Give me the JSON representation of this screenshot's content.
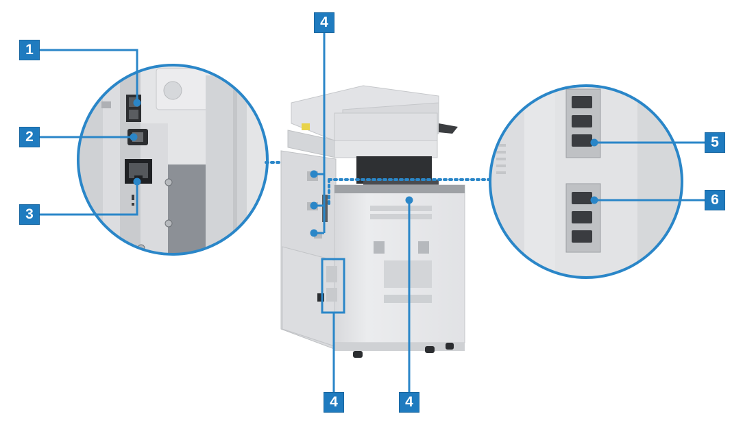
{
  "callouts": {
    "c1": "1",
    "c2": "2",
    "c3": "3",
    "c4_top": "4",
    "c4_bottom_left": "4",
    "c4_bottom_right": "4",
    "c5": "5",
    "c6": "6"
  },
  "colors": {
    "accent": "#1f7bbf",
    "line": "#2a86c8",
    "machine": "#e6e7e9",
    "panel": "#d9dbde"
  },
  "icons": {
    "usb_port": "usb-port-icon",
    "usb_b_port": "usb-b-port-icon",
    "lan_port": "ethernet-port-icon",
    "line_jack_1": "telephone-jack-icon",
    "line_jack_2": "telephone-jack-icon"
  }
}
